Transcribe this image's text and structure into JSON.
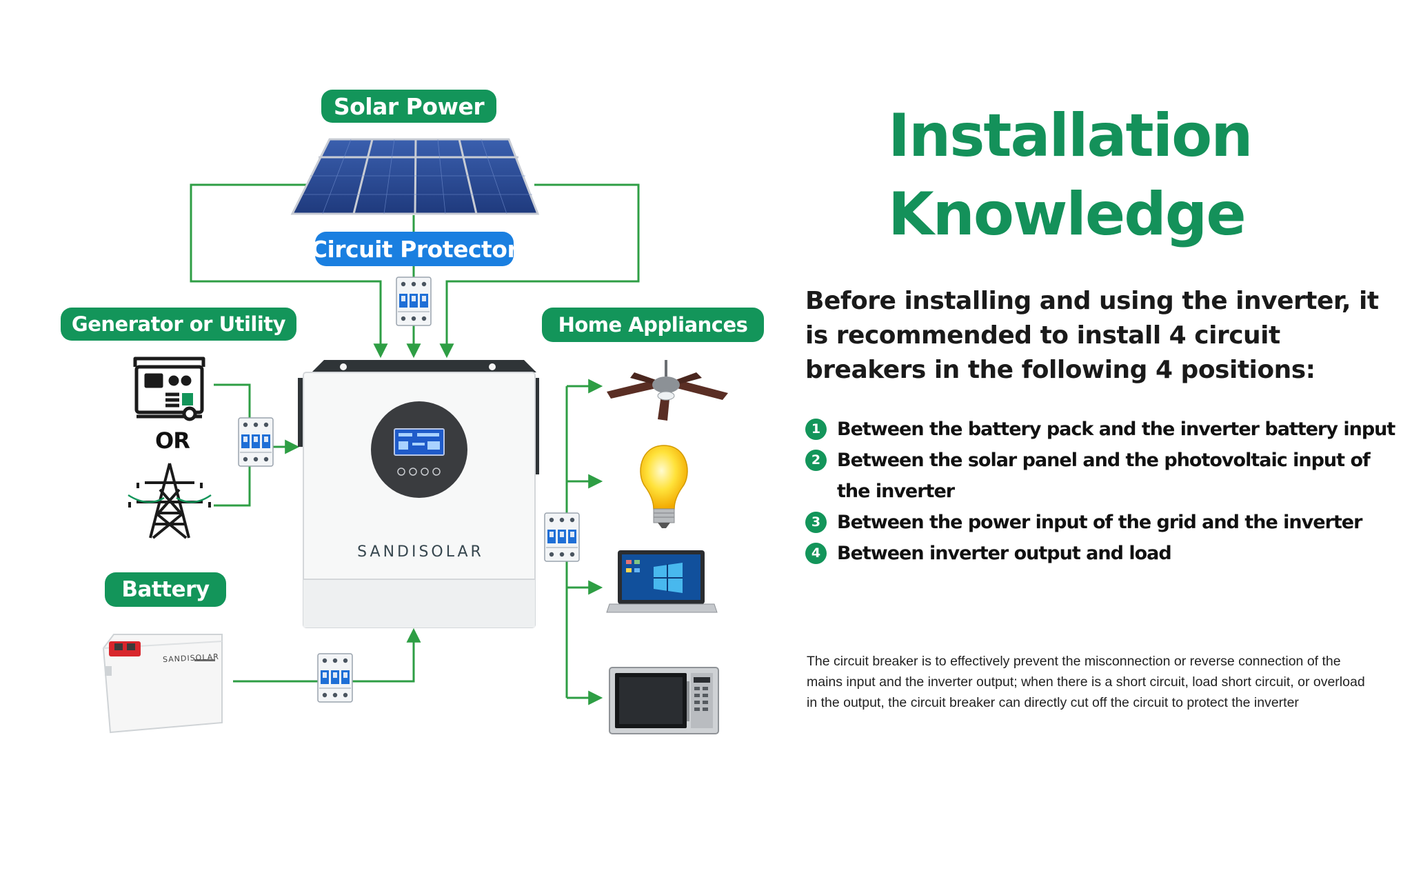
{
  "diagram": {
    "solar_label": "Solar Power",
    "protector_label": "Circuit Protector",
    "generator_label": "Generator or Utility",
    "or_label": "OR",
    "appliances_label": "Home Appliances",
    "battery_label": "Battery",
    "inverter_brand": "SANDISOLAR",
    "battery_brand": "SANDISOLAR",
    "colors": {
      "green": "#13955a",
      "blue": "#1a7fe0",
      "line_green": "#2e9e44"
    }
  },
  "info": {
    "title_line1": "Installation",
    "title_line2": "Knowledge",
    "intro": "Before installing and using the inverter, it is recommended to install 4 circuit breakers in the following 4 positions:",
    "steps": [
      {
        "num": "1",
        "text": "Between the battery pack and the inverter battery input"
      },
      {
        "num": "2",
        "text": "Between the solar panel and the photovoltaic input of the inverter"
      },
      {
        "num": "3",
        "text": "Between the power input of the grid and the inverter"
      },
      {
        "num": "4",
        "text": "Between inverter output and load"
      }
    ],
    "note": "The circuit breaker is to effectively prevent the misconnection or reverse connection of the mains input and the inverter output; when there is a short circuit, load short circuit, or overload in the output, the circuit breaker can directly cut off the circuit to protect the inverter"
  }
}
